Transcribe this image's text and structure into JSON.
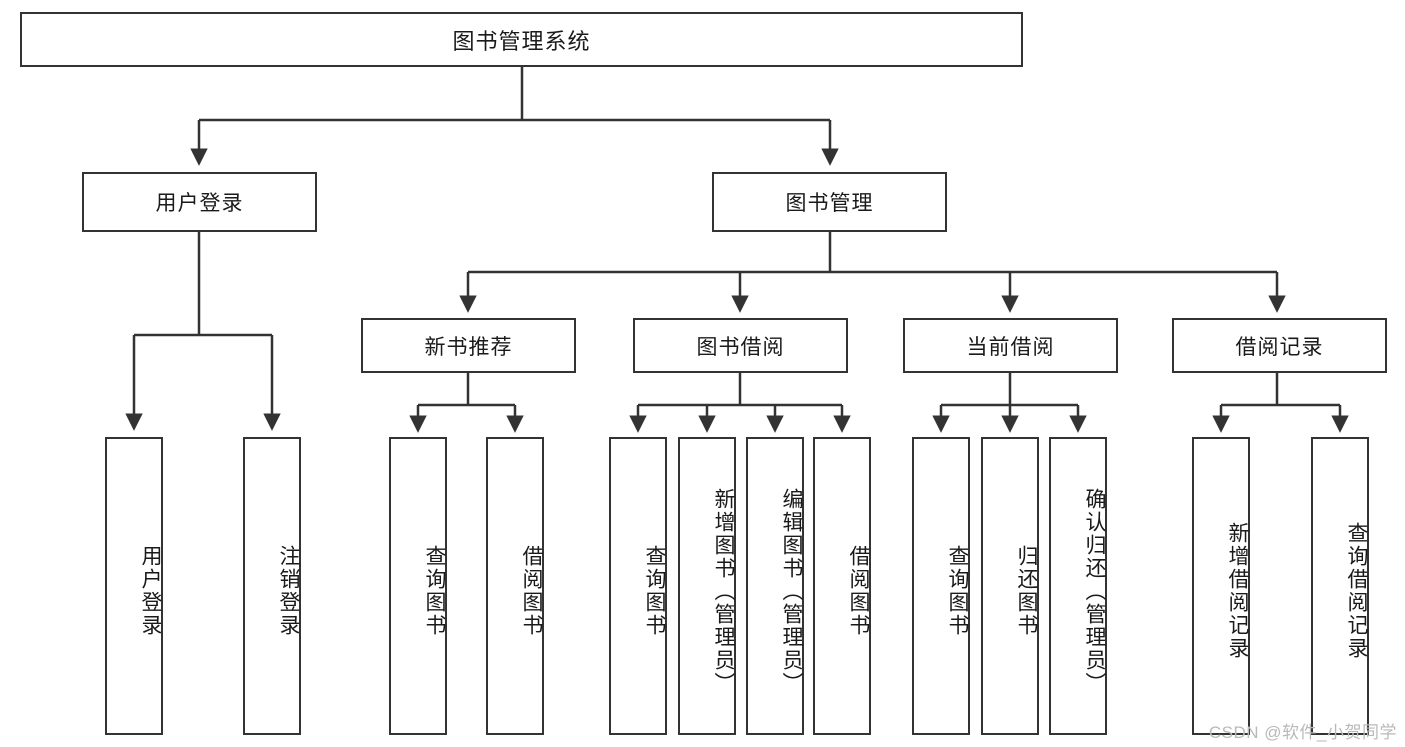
{
  "diagram": {
    "type": "tree-hierarchy",
    "title": "图书管理系统",
    "root": {
      "id": "root",
      "label": "图书管理系统",
      "orientation": "horizontal"
    },
    "level2": [
      {
        "id": "user-login",
        "label": "用户登录",
        "orientation": "horizontal"
      },
      {
        "id": "book-manage",
        "label": "图书管理",
        "orientation": "horizontal"
      }
    ],
    "level3": [
      {
        "id": "new-book-recommend",
        "label": "新书推荐",
        "orientation": "horizontal",
        "parent": "book-manage"
      },
      {
        "id": "book-borrow",
        "label": "图书借阅",
        "orientation": "horizontal",
        "parent": "book-manage"
      },
      {
        "id": "current-borrow",
        "label": "当前借阅",
        "orientation": "horizontal",
        "parent": "book-manage"
      },
      {
        "id": "borrow-record",
        "label": "借阅记录",
        "orientation": "horizontal",
        "parent": "book-manage"
      }
    ],
    "leaves": [
      {
        "id": "leaf-user-login",
        "label": "用户登录",
        "parent": "user-login"
      },
      {
        "id": "leaf-user-logout",
        "label": "注销登录",
        "parent": "user-login"
      },
      {
        "id": "leaf-query-book-1",
        "label": "查询图书",
        "parent": "new-book-recommend"
      },
      {
        "id": "leaf-borrow-book-1",
        "label": "借阅图书",
        "parent": "new-book-recommend"
      },
      {
        "id": "leaf-query-book-2",
        "label": "查询图书",
        "parent": "book-borrow"
      },
      {
        "id": "leaf-add-book",
        "label": "新增图书（管理员）",
        "parent": "book-borrow"
      },
      {
        "id": "leaf-edit-book",
        "label": "编辑图书（管理员）",
        "parent": "book-borrow"
      },
      {
        "id": "leaf-borrow-book-2",
        "label": "借阅图书",
        "parent": "book-borrow"
      },
      {
        "id": "leaf-query-book-3",
        "label": "查询图书",
        "parent": "current-borrow"
      },
      {
        "id": "leaf-return-book",
        "label": "归还图书",
        "parent": "current-borrow"
      },
      {
        "id": "leaf-confirm-return",
        "label": "确认归还（管理员）",
        "parent": "current-borrow"
      },
      {
        "id": "leaf-add-record",
        "label": "新增借阅记录",
        "parent": "borrow-record"
      },
      {
        "id": "leaf-query-record",
        "label": "查询借阅记录",
        "parent": "borrow-record"
      }
    ],
    "watermark": "CSDN @软件_小贺同学",
    "colors": {
      "border": "#333333",
      "background": "#ffffff",
      "text": "#1a1a1a",
      "connector": "#333333",
      "watermark": "#b9b9b9"
    }
  }
}
